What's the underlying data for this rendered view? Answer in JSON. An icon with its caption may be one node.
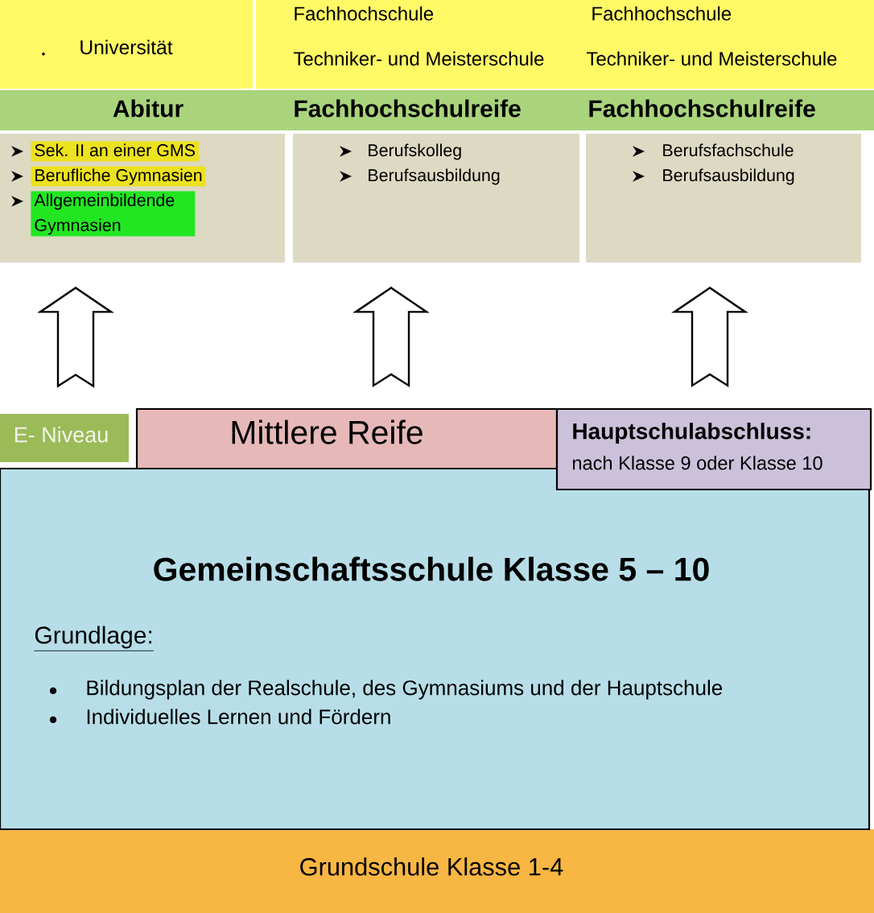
{
  "diagram": {
    "nodes": [
      {
        "text": [
          "Universität"
        ]
      },
      {
        "text": [
          "Fachhochschule",
          "Techniker- und Meisterschule"
        ]
      },
      {
        "text": [
          "Fachhochschule",
          "Techniker- und Meisterschule"
        ]
      },
      {
        "text": [
          "Abitur"
        ]
      },
      {
        "text": [
          "Fachhochschulreife"
        ]
      },
      {
        "text": [
          "Fachhochschulreife"
        ]
      },
      {
        "text": [
          "Sek. II an einer GMS",
          "Berufliche Gymnasien",
          "Allgemeinbildende Gymnasien"
        ]
      },
      {
        "text": [
          "Berufskolleg",
          "Berufsausbildung"
        ]
      },
      {
        "text": [
          "Berufsfachschule",
          "Berufsausbildung"
        ]
      },
      {
        "text": [
          "E- Niveau"
        ]
      },
      {
        "text": [
          "Mittlere Reife"
        ]
      },
      {
        "text": [
          "Hauptschulabschluss:",
          "nach Klasse 9 oder Klasse 10"
        ]
      },
      {
        "text": [
          "Gemeinschaftsschule Klasse 5 – 10",
          "Grundlage:",
          "Bildungsplan der Realschule, des Gymnasiums und der Hauptschule",
          "Individuelles Lernen und Fördern"
        ]
      },
      {
        "text": [
          "Grundschule Klasse 1-4"
        ]
      }
    ],
    "edges": [
      {
        "from": 9,
        "to": 6,
        "arrow": "to"
      },
      {
        "from": 10,
        "to": 7,
        "arrow": "to"
      },
      {
        "from": 11,
        "to": 8,
        "arrow": "to"
      }
    ]
  }
}
